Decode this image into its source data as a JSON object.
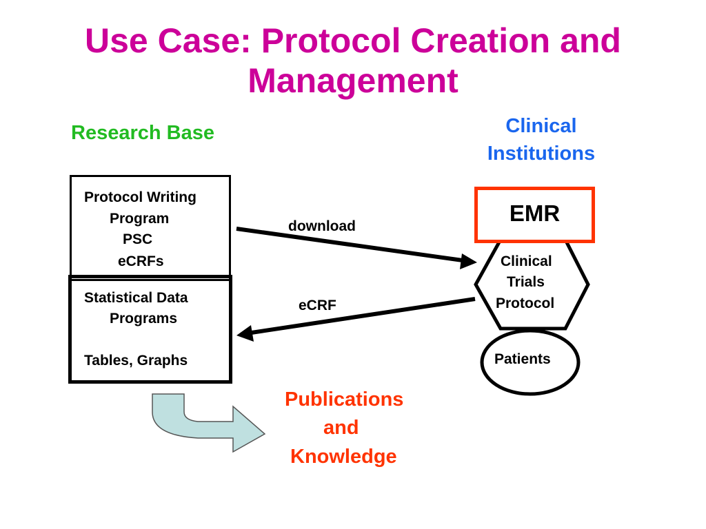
{
  "title": {
    "line1": "Use Case: Protocol Creation and",
    "line2": "Management"
  },
  "research_base": {
    "label": "Research Base"
  },
  "clinical_institutions": {
    "line1": "Clinical",
    "line2": "Institutions"
  },
  "protocol_box": {
    "lines": [
      "Protocol Writing",
      "Program",
      "PSC",
      "eCRFs"
    ]
  },
  "stats_box": {
    "lines": [
      "Statistical Data",
      "Programs",
      "Tables, Graphs"
    ]
  },
  "emr_box": {
    "label": "EMR"
  },
  "protocol_hexagon": {
    "lines": [
      "Clinical",
      "Trials",
      "Protocol"
    ]
  },
  "patients": {
    "label": "Patients"
  },
  "arrows": {
    "download": "download",
    "ecrf": "eCRF"
  },
  "publications": {
    "lines": [
      "Publications",
      "and",
      "Knowledge"
    ]
  },
  "colors": {
    "title": "#cc0099",
    "research_base": "#22bb22",
    "clinical_institutions": "#1a66ee",
    "publications": "#ff3300",
    "emr_border": "#ff3300",
    "curved_arrow_fill": "#bfe0e0"
  }
}
